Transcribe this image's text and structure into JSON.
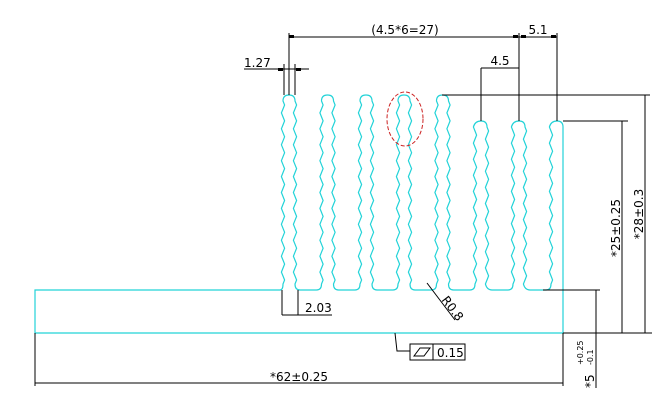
{
  "colors": {
    "profile": "#22d3d8",
    "dimension": "#000000",
    "highlight": "#cc2222"
  },
  "dimensions": {
    "pitch_total": "(4.5*6=27)",
    "end_pitch": "5.1",
    "pitch": "4.5",
    "fin_thickness": "1.27",
    "root_gap": "2.03",
    "root_radius": "R0.8",
    "height_short": "*25±0.25",
    "height_tall": "*28±0.3",
    "base_thickness": "*5",
    "base_tol_upper": "+0.25",
    "base_tol_lower": "-0.1",
    "overall_width": "*62±0.25"
  },
  "flatness": {
    "symbol": "flatness-icon",
    "value": "0.15"
  }
}
